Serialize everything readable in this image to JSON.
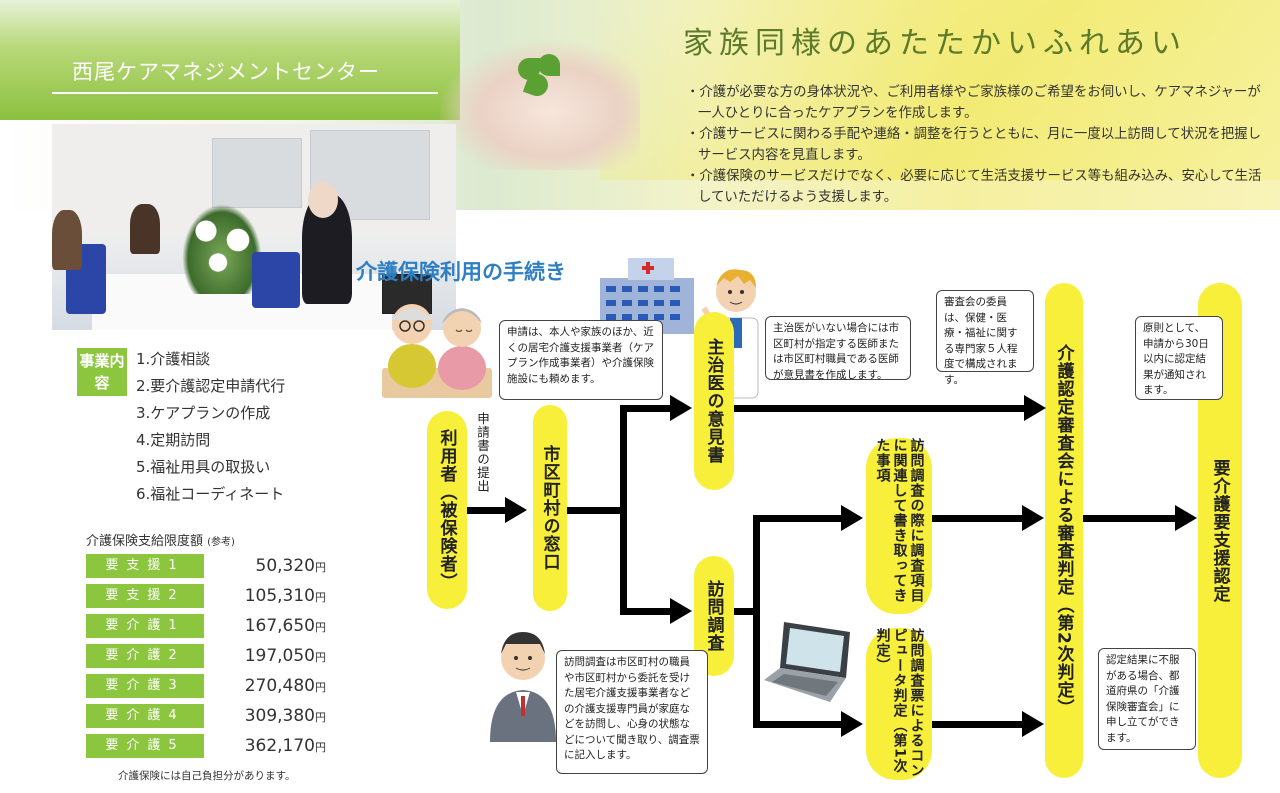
{
  "header": {
    "company": "西尾ケアマネジメントセンター",
    "slogan": "家族同様のあたたかいふれあい",
    "bullets": [
      "・介護が必要な方の身体状況や、ご利用者様やご家族様のご希望をお伺いし、ケアマネジャーが一人ひとりに合ったケアプランを作成します。",
      "・介護サービスに関わる手配や連絡・調整を行うとともに、月に一度以上訪問して状況を把握しサービス内容を見直します。",
      "・介護保険のサービスだけでなく、必要に応じて生活支援サービス等も組み込み、安心して生活していただけるよう支援します。"
    ]
  },
  "services": {
    "badge": "事業内容",
    "items": [
      "1.介護相談",
      "2.要介護認定申請代行",
      "3.ケアプランの作成",
      "4.定期訪問",
      "5.福祉用具の取扱い",
      "6.福祉コーディネート"
    ]
  },
  "limits": {
    "title": "介護保険支給限度額",
    "title_note": "(参考)",
    "unit": "円",
    "rows": [
      {
        "label": "要支援1",
        "value": "50,320"
      },
      {
        "label": "要支援2",
        "value": "105,310"
      },
      {
        "label": "要介護1",
        "value": "167,650"
      },
      {
        "label": "要介護2",
        "value": "197,050"
      },
      {
        "label": "要介護3",
        "value": "270,480"
      },
      {
        "label": "要介護4",
        "value": "309,380"
      },
      {
        "label": "要介護5",
        "value": "362,170"
      }
    ],
    "note": "介護保険には自己負担分があります。"
  },
  "flow": {
    "title": "介護保険利用の手続き",
    "user": "利用者（被保険者）",
    "submit": "申請書の提出",
    "window": "市区町村の窓口",
    "doctor": "主治医の意見書",
    "visit": "訪問調査",
    "visit_notes": "訪問調査の際に調査項目に関連して書き取ってきた事項",
    "computer": "訪問調査票によるコンピュータ判定（第1次判定）",
    "committee": "介護認定審査会による審査判定（第2次判定）",
    "result": "要介護要支援認定",
    "bubble_apply": "申請は、本人や家族のほか、近くの居宅介護支援事業者（ケアプラン作成事業者）や介護保険施設にも頼めます。",
    "bubble_doctor": "主治医がいない場合には市区町村が指定する医師または市区町村職員である医師が意見書を作成します。",
    "bubble_committee": "審査会の委員は、保健・医療・福祉に関する専門家５人程度で構成されます。",
    "bubble_30days": "原則として、申請から30日以内に認定結果が通知されます。",
    "bubble_visit": "訪問調査は市区町村の職員や市区町村から委託を受けた居宅介護支援事業者などの介護支援専門員が家庭などを訪問し、心身の状態などについて聞き取り、調査票に記入します。",
    "bubble_appeal": "認定結果に不服がある場合、都道府県の「介護保険審査会」に申し立てができます。"
  },
  "colors": {
    "accent_green": "#8cc63f",
    "pill_yellow": "#f7ef3a",
    "title_blue": "#2f7fc2"
  }
}
